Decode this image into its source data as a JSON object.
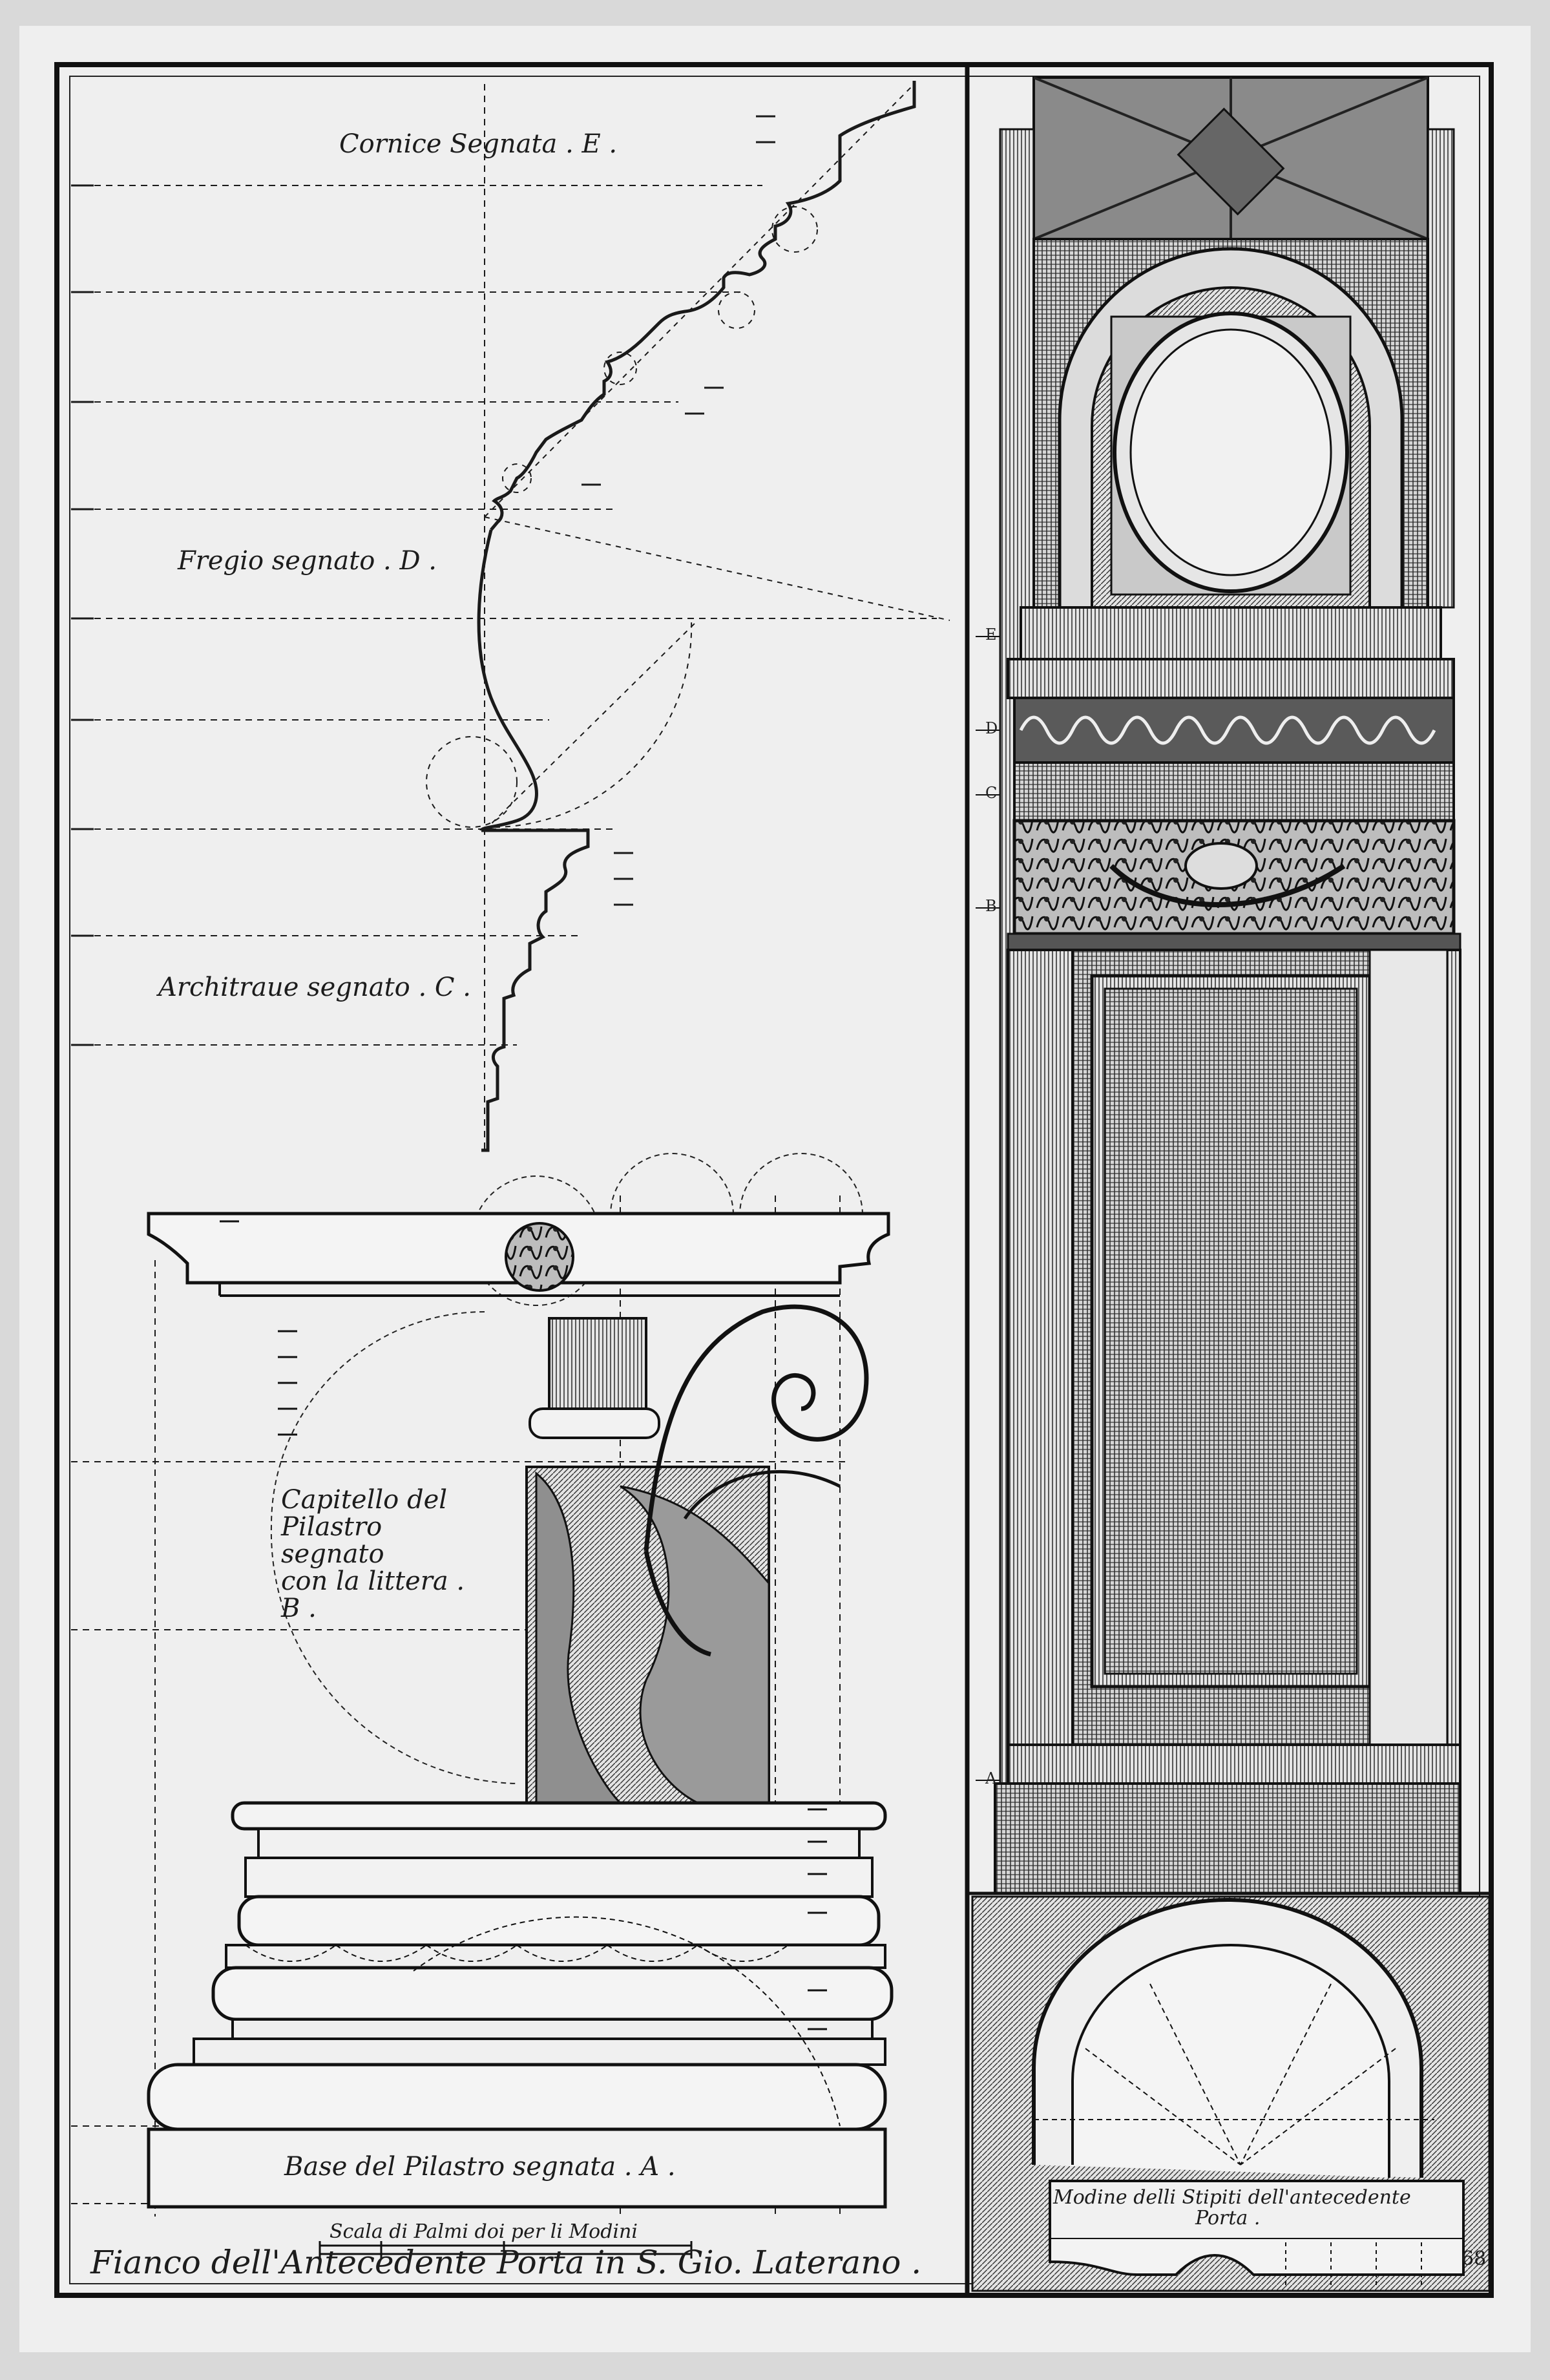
{
  "plate": {
    "title": "Fianco dell'Antecedente Porta in S. Gio. Laterano .",
    "page_number": "68",
    "scale_label": "Scala di Palmi doi per li Modini"
  },
  "profile_labels": {
    "cornice": "Cornice Segnata . E .",
    "fregio": "Fregio segnato . D .",
    "architraue": "Architraue segnato . C ."
  },
  "capital_label": {
    "line1": "Capitello del",
    "line2": "Pilastro segnato",
    "line3": "con la littera . B ."
  },
  "base_label": "Base del Pilastro segnata . A .",
  "modine_label": {
    "line1": "Modine delli Stipiti dell'antecedente",
    "line2": "Porta ."
  },
  "elevation_letters": [
    "E",
    "D",
    "C",
    "B",
    "A"
  ],
  "colors": {
    "paper": "#efefef",
    "ink": "#1c1c1c",
    "background": "#d9d9d9"
  }
}
